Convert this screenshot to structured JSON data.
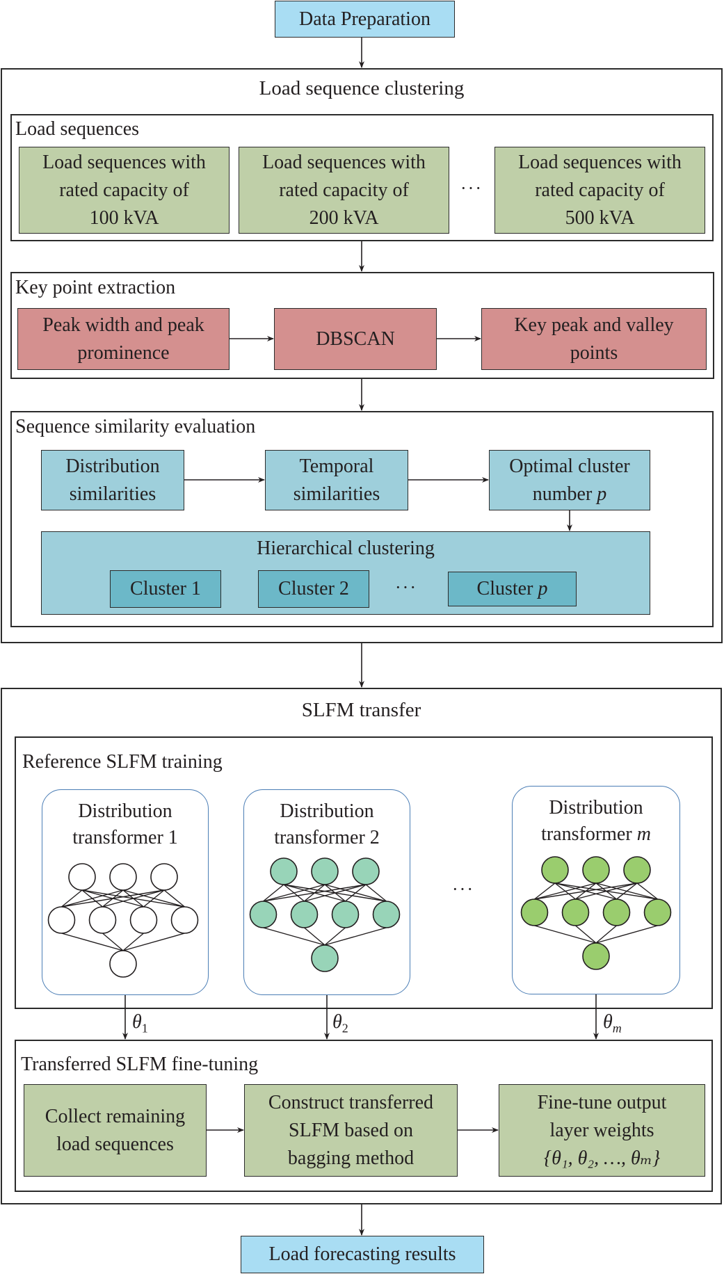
{
  "start_node": "Data Preparation",
  "end_node": "Load forecasting results",
  "clustering": {
    "title": "Load sequence clustering",
    "load_sequences": {
      "label": "Load sequences",
      "items": [
        {
          "lines": [
            "Load sequences with",
            "rated capacity of",
            "100 kVA"
          ]
        },
        {
          "lines": [
            "Load sequences with",
            "rated capacity of",
            "200 kVA"
          ]
        },
        {
          "lines": [
            "Load sequences with",
            "rated capacity of",
            "500 kVA"
          ]
        }
      ],
      "ellipsis": "···"
    },
    "key_point": {
      "label": "Key point extraction",
      "steps": [
        {
          "lines": [
            "Peak width and peak",
            "prominence"
          ]
        },
        {
          "lines": [
            "DBSCAN"
          ]
        },
        {
          "lines": [
            "Key peak and valley",
            "points"
          ]
        }
      ]
    },
    "similarity": {
      "label": "Sequence similarity evaluation",
      "steps": [
        {
          "lines": [
            "Distribution",
            "similarities"
          ]
        },
        {
          "lines": [
            "Temporal",
            "similarities"
          ]
        },
        {
          "lines": [
            "Optimal cluster",
            "number"
          ],
          "var": "p"
        }
      ],
      "hierarchical": {
        "label": "Hierarchical clustering",
        "clusters": [
          {
            "text": "Cluster 1",
            "var": ""
          },
          {
            "text": "Cluster 2",
            "var": ""
          },
          {
            "text": "Cluster",
            "var": "p"
          }
        ],
        "ellipsis": "···"
      }
    }
  },
  "transfer": {
    "title": "SLFM transfer",
    "reference": {
      "label": "Reference SLFM training",
      "cards": [
        {
          "line1": "Distribution",
          "line2": "transformer 1",
          "var": "",
          "node_fill": "#ffffff"
        },
        {
          "line1": "Distribution",
          "line2": "transformer 2",
          "var": "",
          "node_fill": "#98d4b8"
        },
        {
          "line1": "Distribution",
          "line2": "transformer",
          "var": "m",
          "node_fill": "#9acd6e"
        }
      ],
      "network_layers": [
        3,
        4,
        1
      ],
      "ellipsis": "···"
    },
    "params": [
      {
        "symbol": "θ",
        "sub": "1"
      },
      {
        "symbol": "θ",
        "sub": "2"
      },
      {
        "symbol": "θ",
        "sub": "m"
      }
    ],
    "fine_tuning": {
      "label": "Transferred SLFM fine-tuning",
      "steps": [
        {
          "lines": [
            "Collect remaining",
            "load sequences"
          ]
        },
        {
          "lines": [
            "Construct transferred",
            "SLFM based on",
            "bagging method"
          ]
        },
        {
          "lines": [
            "Fine-tune output",
            "layer weights"
          ],
          "formula": "{θ₁, θ₂, …, θₘ}"
        }
      ]
    }
  },
  "colors": {
    "green": "#bfcfa8",
    "red": "#d4908f",
    "sky": "#a9ddf3",
    "teal": "#9ecfdb",
    "cluster": "#6cb8c8",
    "card_border": "#4a7db5"
  }
}
